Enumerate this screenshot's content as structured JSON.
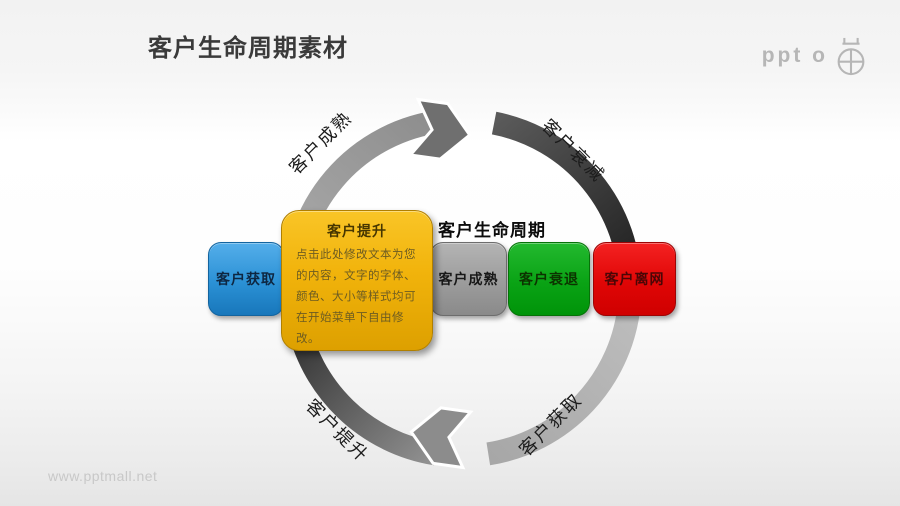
{
  "page": {
    "title": "客户生命周期素材",
    "watermark": "www.pptmall.net",
    "logo_text": "ppt o"
  },
  "diagram": {
    "center_label": "客户生命周期",
    "ring_labels": {
      "top_left": "客户成熟",
      "top_right": "客户衰减",
      "bottom_left": "客户提升",
      "bottom_right": "客户获取"
    },
    "colors": {
      "arc_dark": "#2b2b2b",
      "arc_medium": "#9a9a9a",
      "arc_light": "#b5b5b5",
      "arrow_fill": "#6f6f6f"
    }
  },
  "stages": [
    {
      "label": "客户获取",
      "color": "#2f9ad8"
    },
    {
      "label": "客户提升",
      "color": "#f2b70e",
      "description": "点击此处修改文本为您的内容，文字的字体、颜色、大小等样式均可在开始菜单下自由修改。"
    },
    {
      "label": "客户成熟",
      "color": "#9e9e9e"
    },
    {
      "label": "客户衰退",
      "color": "#12a81f"
    },
    {
      "label": "客户离网",
      "color": "#e30808"
    }
  ]
}
